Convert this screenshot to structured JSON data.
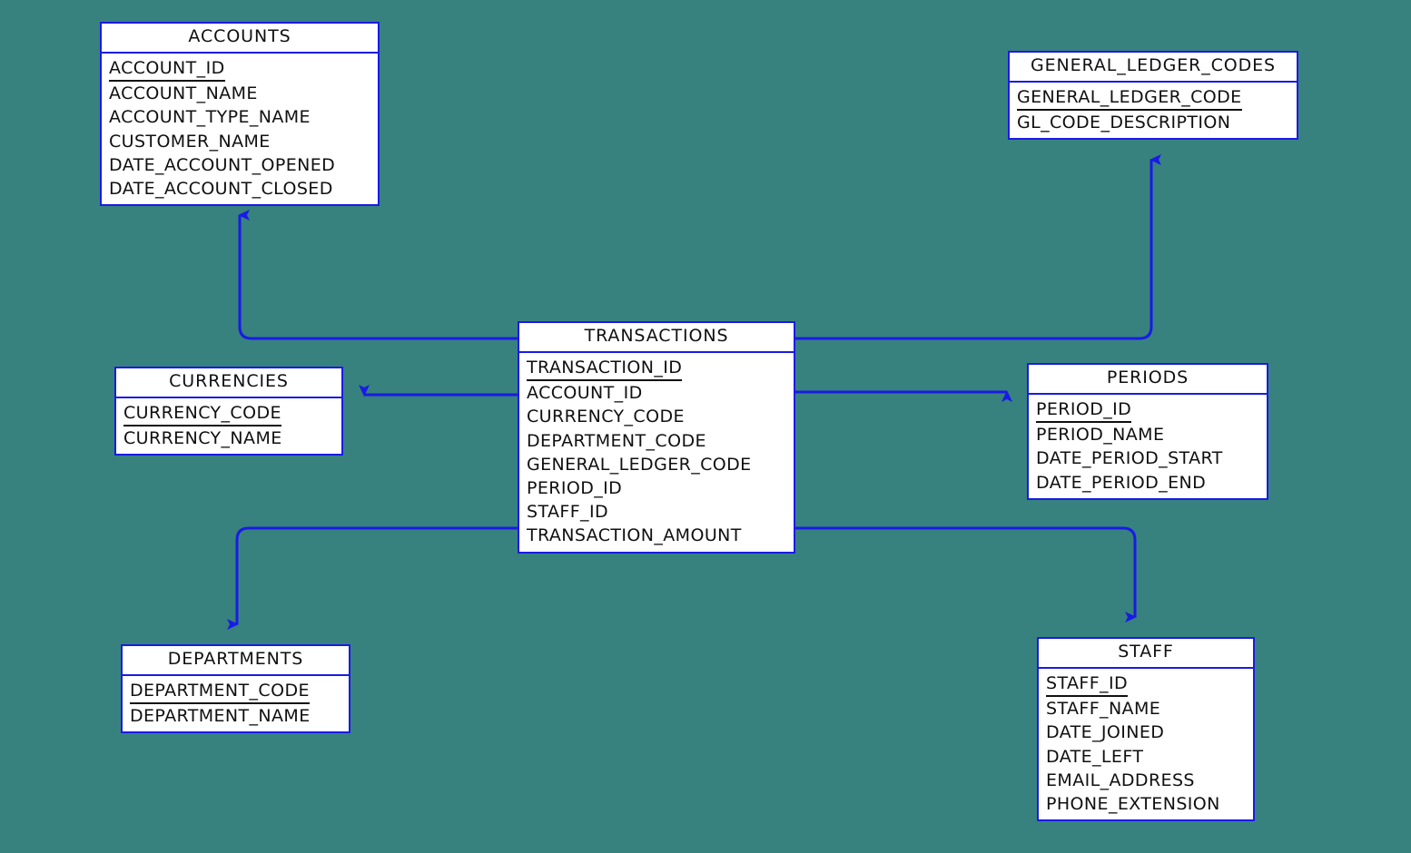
{
  "diagram": {
    "type": "entity-relationship-diagram",
    "background_color": "#37827f",
    "line_color": "#1a1ae6",
    "box_fill_color": "#ffffff",
    "text_color": "#101010",
    "entities": [
      {
        "id": "accounts",
        "name": "ACCOUNTS",
        "fields": [
          {
            "name": "ACCOUNT_ID",
            "primary_key": true
          },
          {
            "name": "ACCOUNT_NAME",
            "primary_key": false
          },
          {
            "name": "ACCOUNT_TYPE_NAME",
            "primary_key": false
          },
          {
            "name": "CUSTOMER_NAME",
            "primary_key": false
          },
          {
            "name": "DATE_ACCOUNT_OPENED",
            "primary_key": false
          },
          {
            "name": "DATE_ACCOUNT_CLOSED",
            "primary_key": false
          }
        ]
      },
      {
        "id": "glcodes",
        "name": "GENERAL_LEDGER_CODES",
        "fields": [
          {
            "name": "GENERAL_LEDGER_CODE",
            "primary_key": true
          },
          {
            "name": "GL_CODE_DESCRIPTION",
            "primary_key": false
          }
        ]
      },
      {
        "id": "currencies",
        "name": "CURRENCIES",
        "fields": [
          {
            "name": "CURRENCY_CODE",
            "primary_key": true
          },
          {
            "name": "CURRENCY_NAME",
            "primary_key": false
          }
        ]
      },
      {
        "id": "transactions",
        "name": "TRANSACTIONS",
        "fields": [
          {
            "name": "TRANSACTION_ID",
            "primary_key": true
          },
          {
            "name": "ACCOUNT_ID",
            "primary_key": false
          },
          {
            "name": "CURRENCY_CODE",
            "primary_key": false
          },
          {
            "name": "DEPARTMENT_CODE",
            "primary_key": false
          },
          {
            "name": "GENERAL_LEDGER_CODE",
            "primary_key": false
          },
          {
            "name": "PERIOD_ID",
            "primary_key": false
          },
          {
            "name": "STAFF_ID",
            "primary_key": false
          },
          {
            "name": "TRANSACTION_AMOUNT",
            "primary_key": false
          }
        ]
      },
      {
        "id": "periods",
        "name": "PERIODS",
        "fields": [
          {
            "name": "PERIOD_ID",
            "primary_key": true
          },
          {
            "name": "PERIOD_NAME",
            "primary_key": false
          },
          {
            "name": "DATE_PERIOD_START",
            "primary_key": false
          },
          {
            "name": "DATE_PERIOD_END",
            "primary_key": false
          }
        ]
      },
      {
        "id": "departments",
        "name": "DEPARTMENTS",
        "fields": [
          {
            "name": "DEPARTMENT_CODE",
            "primary_key": true
          },
          {
            "name": "DEPARTMENT_NAME",
            "primary_key": false
          }
        ]
      },
      {
        "id": "staff",
        "name": "STAFF",
        "fields": [
          {
            "name": "STAFF_ID",
            "primary_key": true
          },
          {
            "name": "STAFF_NAME",
            "primary_key": false
          },
          {
            "name": "DATE_JOINED",
            "primary_key": false
          },
          {
            "name": "DATE_LEFT",
            "primary_key": false
          },
          {
            "name": "EMAIL_ADDRESS",
            "primary_key": false
          },
          {
            "name": "PHONE_EXTENSION",
            "primary_key": false
          }
        ]
      }
    ],
    "relationships": [
      {
        "id": "transactions-accounts",
        "from": "TRANSACTIONS",
        "to": "ACCOUNTS",
        "arrow": "up"
      },
      {
        "id": "transactions-glcodes",
        "from": "TRANSACTIONS",
        "to": "GENERAL_LEDGER_CODES",
        "arrow": "up"
      },
      {
        "id": "transactions-currencies",
        "from": "TRANSACTIONS",
        "to": "CURRENCIES",
        "arrow": "left"
      },
      {
        "id": "transactions-periods",
        "from": "TRANSACTIONS",
        "to": "PERIODS",
        "arrow": "right"
      },
      {
        "id": "transactions-departments",
        "from": "TRANSACTIONS",
        "to": "DEPARTMENTS",
        "arrow": "down"
      },
      {
        "id": "transactions-staff",
        "from": "TRANSACTIONS",
        "to": "STAFF",
        "arrow": "down"
      }
    ]
  }
}
